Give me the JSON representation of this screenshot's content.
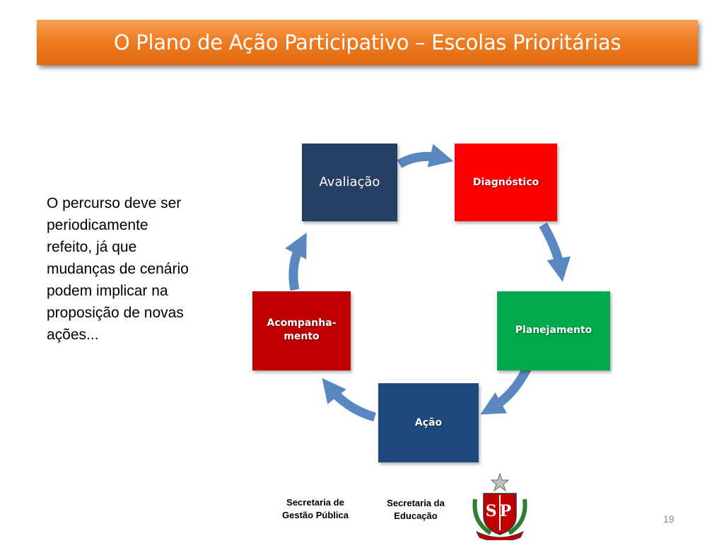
{
  "slide": {
    "title": "O Plano de Ação Participativo – Escolas Prioritárias",
    "body_lines": [
      "O percurso deve ser",
      "periodicamente",
      "refeito, já que",
      "mudanças de cenário",
      "podem implicar na",
      "proposição de novas",
      "ações..."
    ],
    "page_number": "19"
  },
  "cycle": {
    "avaliacao": "Avaliação",
    "diagnostico": "Diagnóstico",
    "planejamento": "Planejamento",
    "acao": "Ação",
    "acompanhamento_line1": "Acompanha-",
    "acompanhamento_line2": "mento"
  },
  "footer": {
    "gestao_line1": "Secretaria de",
    "gestao_line2": "Gestão Pública",
    "educacao_line1": "Secretaria da",
    "educacao_line2": "Educação",
    "seal_letters": "SP"
  },
  "colors": {
    "title_orange": "#ee7d23",
    "avaliacao": "#253e62",
    "diagnostico": "#fb0000",
    "planejamento": "#01a94a",
    "acao": "#1f497d",
    "acompanhamento": "#c00000",
    "arrow": "#5a87c0"
  }
}
